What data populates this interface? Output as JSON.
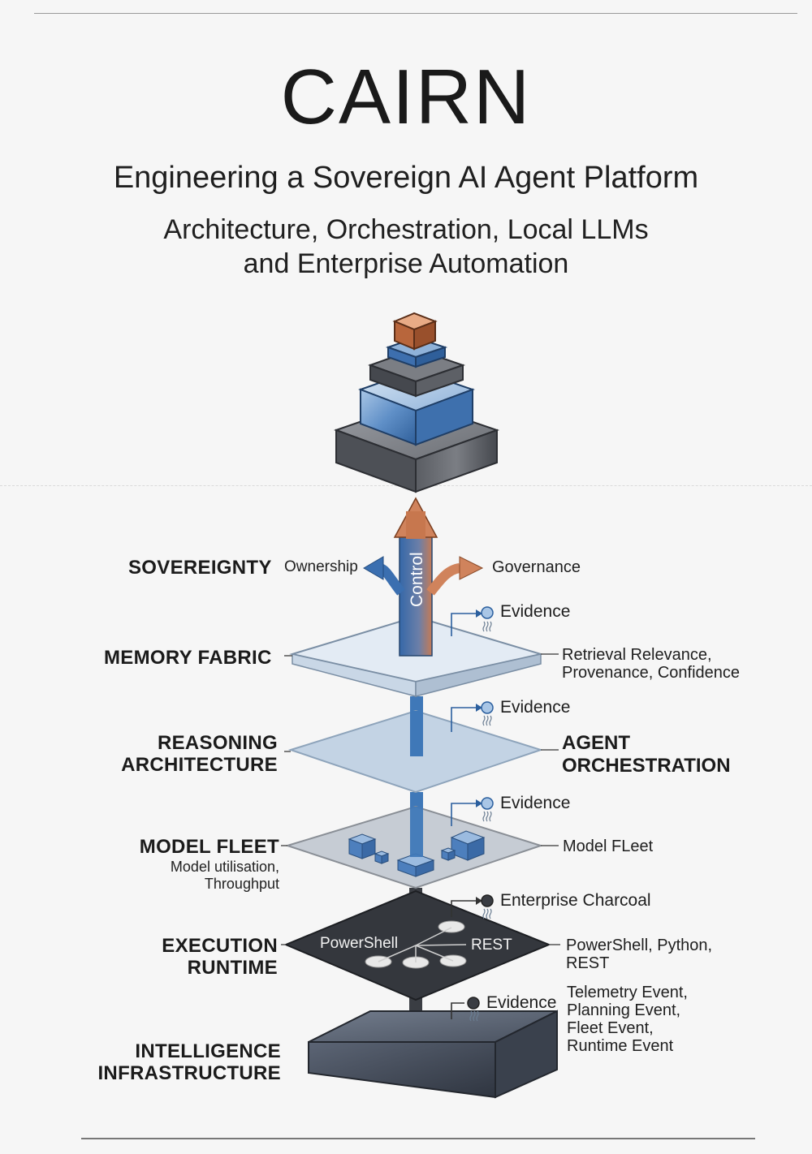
{
  "title": "CAIRN",
  "subtitle": "Engineering a Sovereign AI Agent Platform",
  "tagline": [
    "Architecture, Orchestration, Local LLMs",
    "and Enterprise Automation"
  ],
  "sovereignty": {
    "label": "SOVEREIGNTY",
    "left_arrow": "Ownership",
    "right_arrow": "Governance",
    "center_arrow": "Control"
  },
  "memory_fabric": {
    "label": "MEMORY FABRIC",
    "evidence": "Evidence",
    "right": [
      "Retrieval Relevance,",
      "Provenance, Confidence"
    ]
  },
  "reasoning": {
    "label": [
      "REASONING",
      "ARCHITECTURE"
    ],
    "evidence": "Evidence",
    "right": [
      "AGENT",
      "ORCHESTRATION"
    ]
  },
  "model_fleet": {
    "label": "MODEL FLEET",
    "sub": [
      "Model utilisation,",
      "Throughput"
    ],
    "evidence": "Evidence",
    "right": "Model FLeet"
  },
  "execution": {
    "label": [
      "EXECUTION",
      "RUNTIME"
    ],
    "evidence": "Enterprise Charcoal",
    "inner_left": "PowerShell",
    "inner_right": "REST",
    "right": [
      "PowerShell, Python,",
      "REST"
    ]
  },
  "infrastructure": {
    "label": [
      "INTELLIGENCE",
      "INFRASTRUCTURE"
    ],
    "evidence": "Evidence",
    "right": [
      "Telemetry Event,",
      "Planning Event,",
      "Fleet Event,",
      "Runtime Event"
    ]
  },
  "colors": {
    "blue": "#3f78b8",
    "copper": "#c8764e",
    "charcoal": "#3a3d43",
    "glass": "#b8cde2"
  }
}
